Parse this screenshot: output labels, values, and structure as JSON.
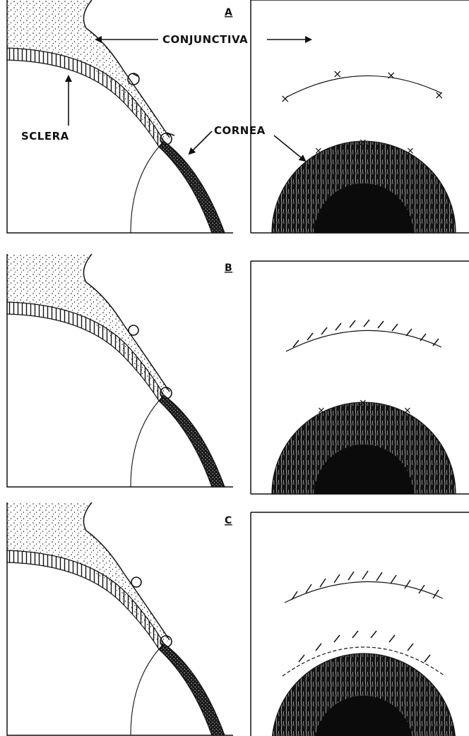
{
  "labels": {
    "conjunctiva": "CONJUNCTIVA",
    "sclera": "SCLERA",
    "cornea": "CORNEA"
  },
  "panels": [
    {
      "letter": "A"
    },
    {
      "letter": "B"
    },
    {
      "letter": "C"
    }
  ],
  "colors": {
    "ink": "#111111",
    "paper": "#ffffff"
  }
}
